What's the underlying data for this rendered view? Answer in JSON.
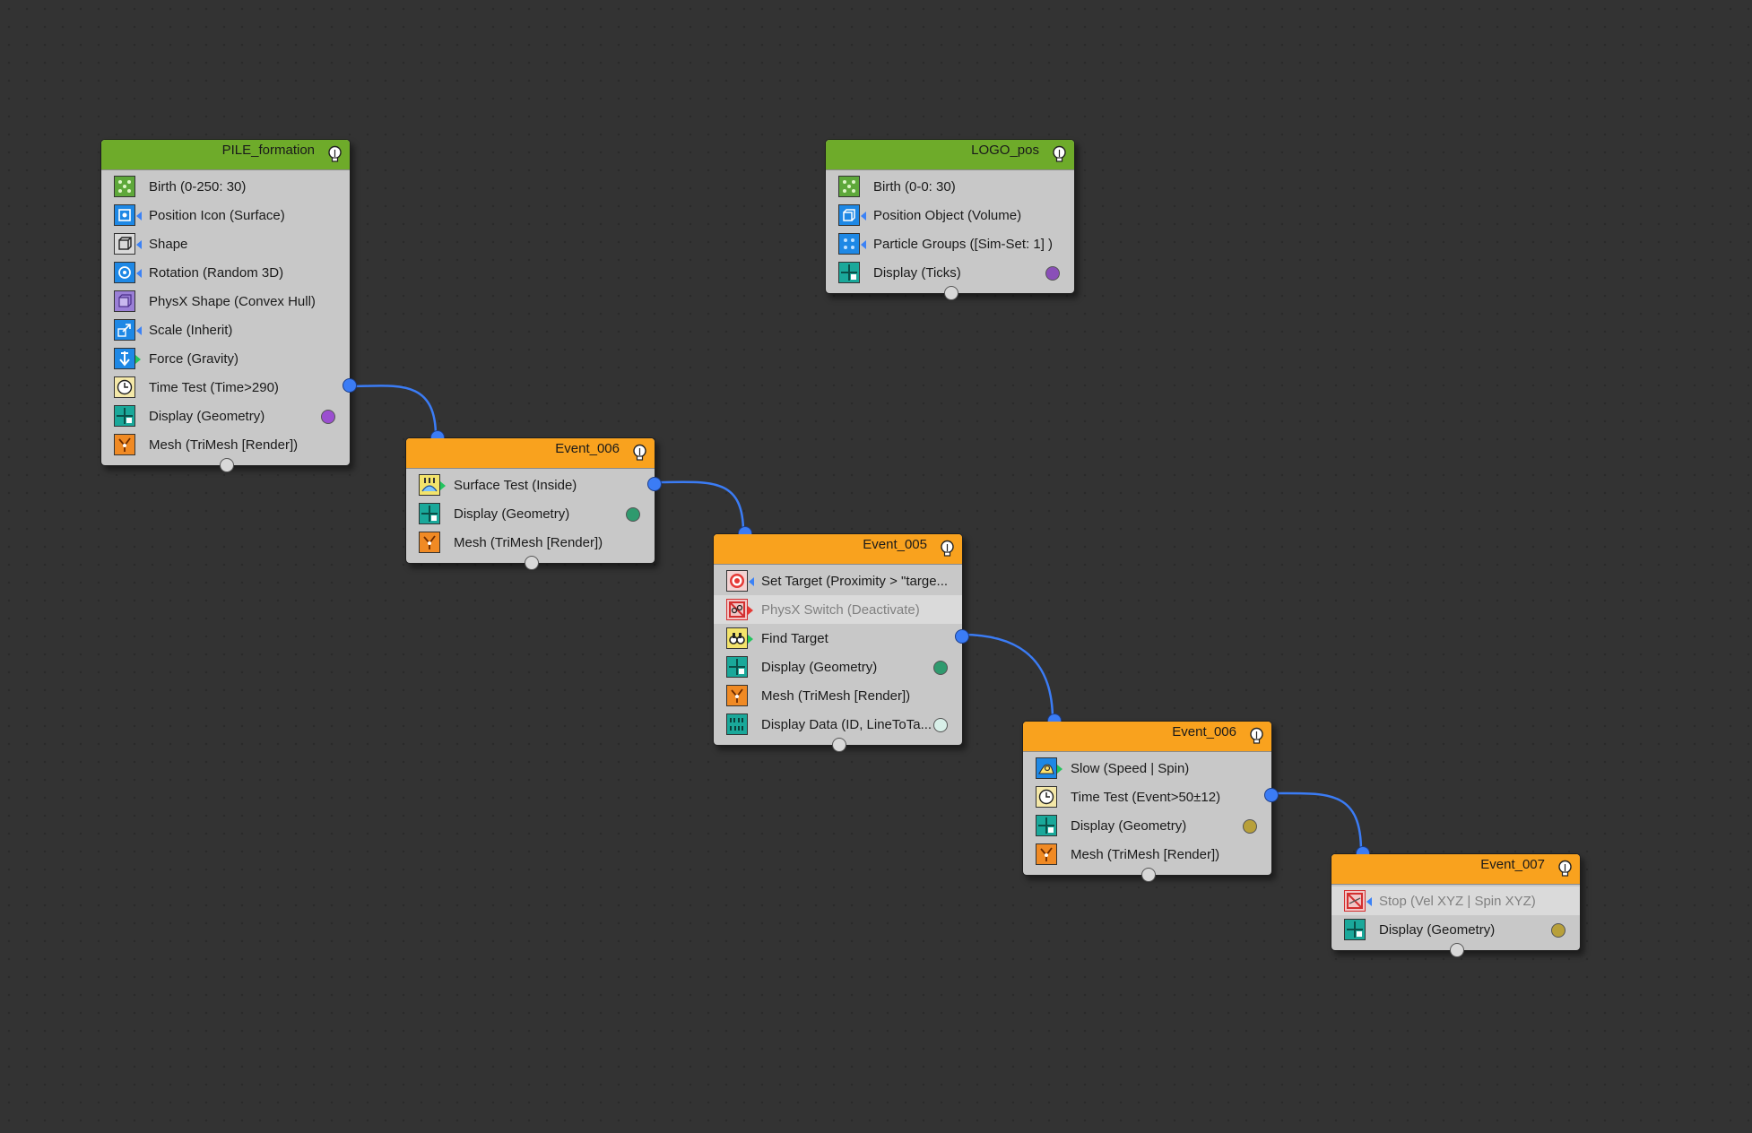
{
  "colors": {
    "background": "#333333",
    "birth_header": "#6eab2a",
    "event_header": "#f9a21e",
    "wire": "#3b7cf5"
  },
  "nodes": {
    "pile": {
      "title": "PILE_formation",
      "ops": [
        {
          "label": "Birth (0-250: 30)",
          "icon": "birth-icon"
        },
        {
          "label": "Position Icon (Surface)",
          "icon": "position-icon"
        },
        {
          "label": "Shape",
          "icon": "shape-icon"
        },
        {
          "label": "Rotation (Random 3D)",
          "icon": "rotation-icon"
        },
        {
          "label": "PhysX Shape (Convex Hull)",
          "icon": "physx-shape-icon"
        },
        {
          "label": "Scale (Inherit)",
          "icon": "scale-icon"
        },
        {
          "label": "Force (Gravity)",
          "icon": "force-icon"
        },
        {
          "label": "Time Test (Time>290)",
          "icon": "clock-icon"
        },
        {
          "label": "Display (Geometry)",
          "icon": "display-icon",
          "swatch": "#9b4fd0"
        },
        {
          "label": "Mesh (TriMesh [Render])",
          "icon": "mesh-icon"
        }
      ]
    },
    "logo": {
      "title": "LOGO_pos",
      "ops": [
        {
          "label": "Birth (0-0: 30)",
          "icon": "birth-icon"
        },
        {
          "label": "Position Object (Volume)",
          "icon": "position-object-icon"
        },
        {
          "label": "Particle Groups ([Sim-Set: 1] )",
          "icon": "particle-groups-icon"
        },
        {
          "label": "Display (Ticks)",
          "icon": "display-icon",
          "swatch": "#8a4fb8"
        }
      ]
    },
    "event006a": {
      "title": "Event_006",
      "ops": [
        {
          "label": "Surface Test (Inside)",
          "icon": "surface-test-icon"
        },
        {
          "label": "Display (Geometry)",
          "icon": "display-icon",
          "swatch": "#2f9a6e"
        },
        {
          "label": "Mesh (TriMesh [Render])",
          "icon": "mesh-icon"
        }
      ]
    },
    "event005": {
      "title": "Event_005",
      "ops": [
        {
          "label": "Set Target (Proximity > \"targe...",
          "icon": "target-icon"
        },
        {
          "label": "PhysX Switch (Deactivate)",
          "icon": "physx-switch-icon"
        },
        {
          "label": "Find Target",
          "icon": "find-target-icon"
        },
        {
          "label": "Display (Geometry)",
          "icon": "display-icon",
          "swatch": "#2f9a6e"
        },
        {
          "label": "Mesh (TriMesh [Render])",
          "icon": "mesh-icon"
        },
        {
          "label": "Display Data (ID, LineToTa...",
          "icon": "display-data-icon",
          "swatch": "#d8efe8"
        }
      ]
    },
    "event006b": {
      "title": "Event_006",
      "ops": [
        {
          "label": "Slow (Speed | Spin)",
          "icon": "slow-icon"
        },
        {
          "label": "Time Test (Event>50±12)",
          "icon": "clock-icon"
        },
        {
          "label": "Display (Geometry)",
          "icon": "display-icon",
          "swatch": "#b8a03a"
        },
        {
          "label": "Mesh (TriMesh [Render])",
          "icon": "mesh-icon"
        }
      ]
    },
    "event007": {
      "title": "Event_007",
      "ops": [
        {
          "label": "Stop (Vel XYZ | Spin XYZ)",
          "icon": "stop-icon"
        },
        {
          "label": "Display (Geometry)",
          "icon": "display-icon",
          "swatch": "#b8a03a"
        }
      ]
    }
  }
}
